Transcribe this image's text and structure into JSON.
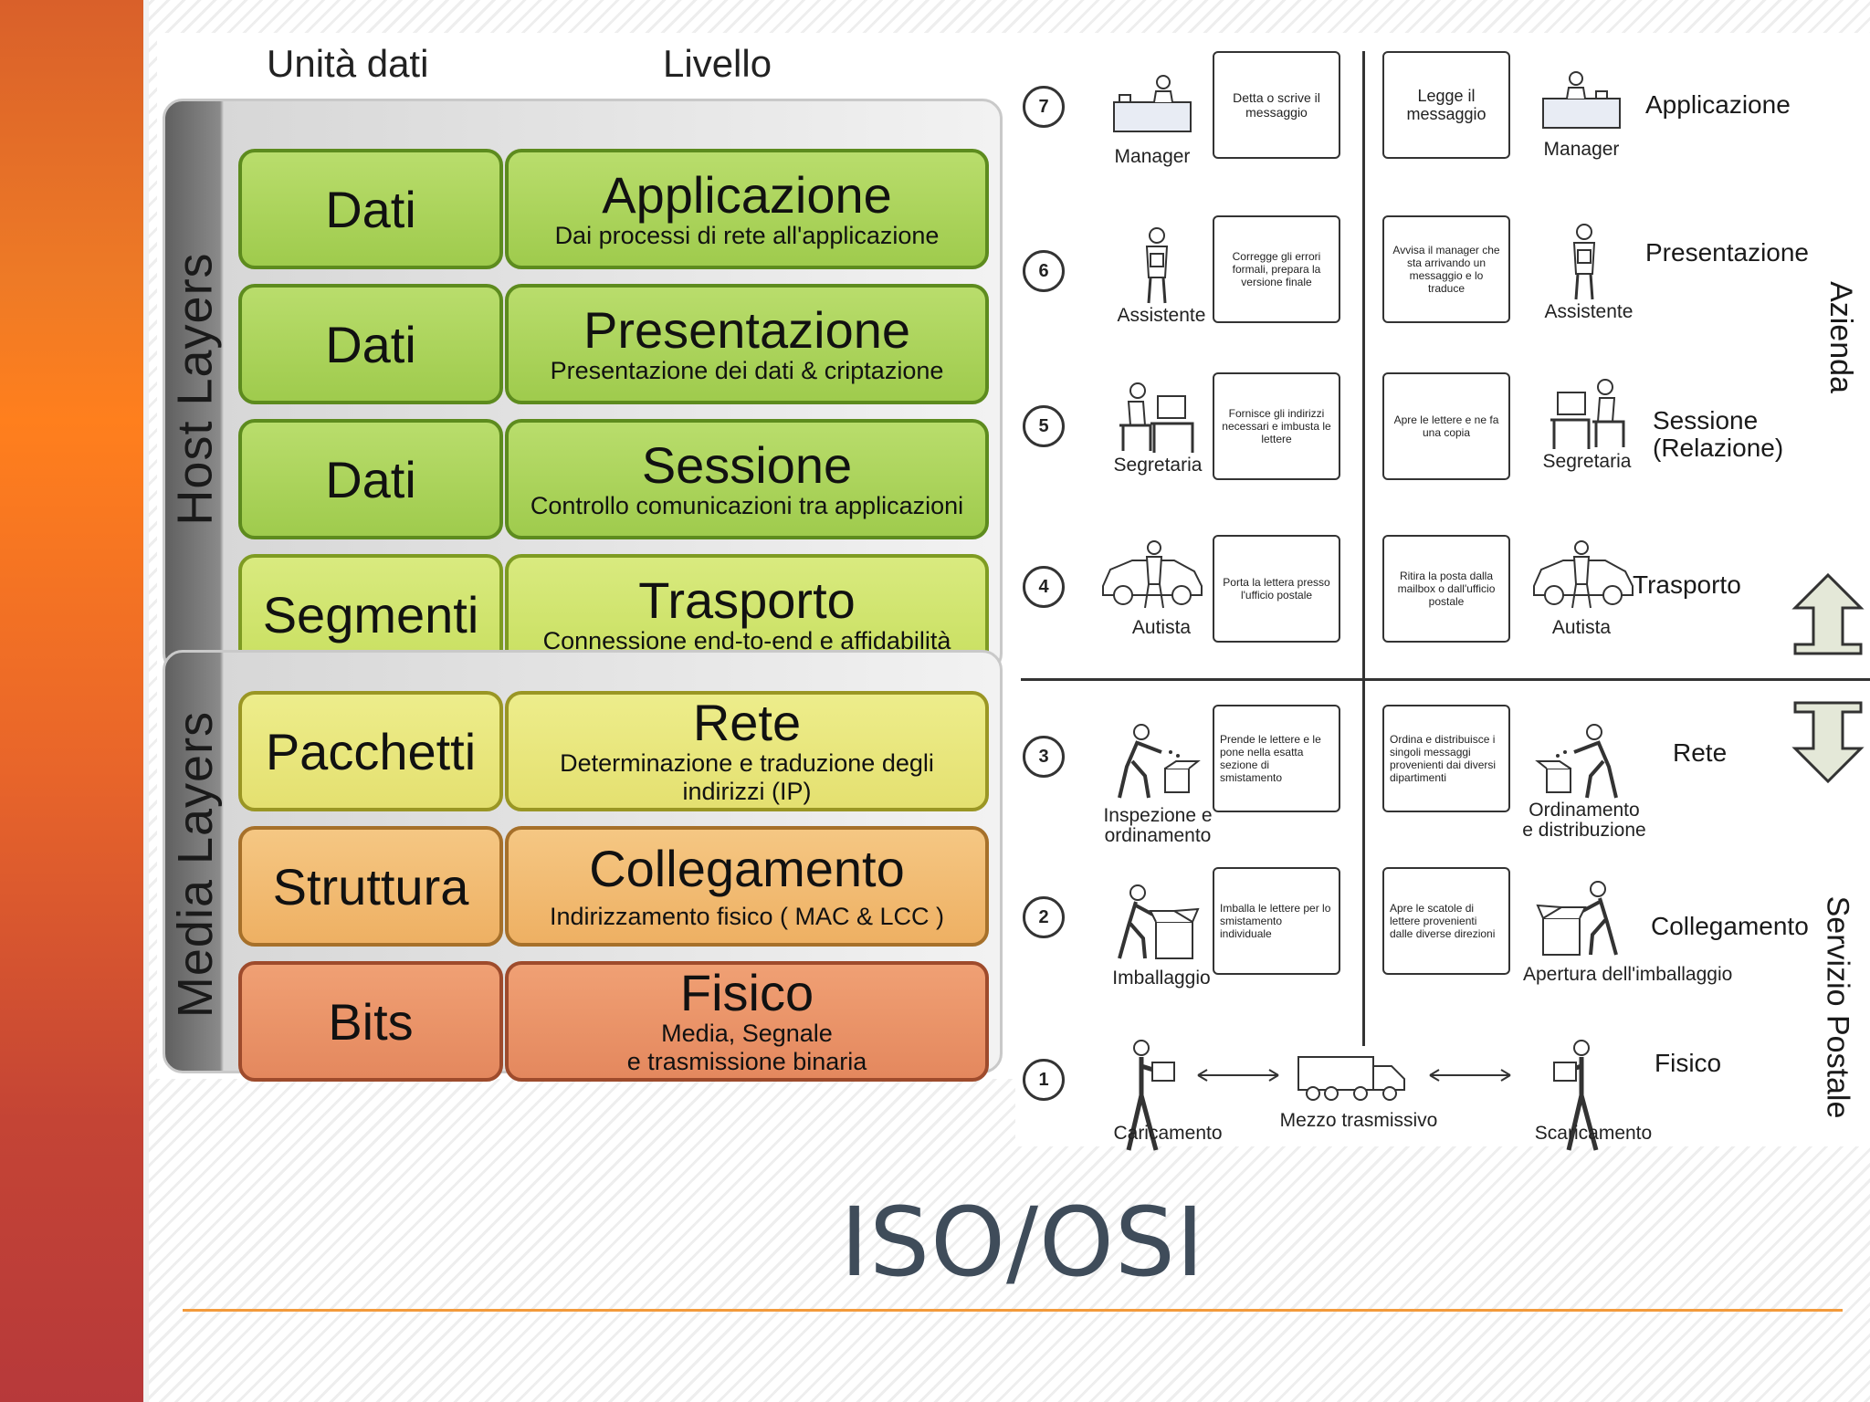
{
  "title": "ISO/OSI",
  "left": {
    "headers": {
      "units": "Unità dati",
      "level": "Livello"
    },
    "groups": {
      "host": "Host Layers",
      "media": "Media Layers"
    },
    "layers": [
      {
        "unit": "Dati",
        "name": "Applicazione",
        "desc": "Dai processi di rete all'applicazione",
        "color": "#a8d157"
      },
      {
        "unit": "Dati",
        "name": "Presentazione",
        "desc": "Presentazione dei dati & criptazione",
        "color": "#a8d157"
      },
      {
        "unit": "Dati",
        "name": "Sessione",
        "desc": "Controllo comunicazioni tra applicazioni",
        "color": "#a8d157"
      },
      {
        "unit": "Segmenti",
        "name": "Trasporto",
        "desc": "Connessione end-to-end e affidabilità",
        "color": "#d2e36b"
      },
      {
        "unit": "Pacchetti",
        "name": "Rete",
        "desc": "Determinazione e traduzione degli indirizzi (IP)",
        "color": "#e8e47b"
      },
      {
        "unit": "Struttura",
        "name": "Collegamento",
        "desc": "Indirizzamento fisico ( MAC & LCC )",
        "color": "#f1bb70"
      },
      {
        "unit": "Bits",
        "name": "Fisico",
        "desc_line1": "Media, Segnale",
        "desc_line2": "e trasmissione binaria",
        "color": "#ea9467"
      }
    ]
  },
  "right": {
    "side_labels": {
      "top": "Azienda",
      "bottom": "Servizio Postale"
    },
    "rows": [
      {
        "num": "7",
        "left_role": "Manager",
        "left_task": "Detta o scrive il messaggio",
        "right_task": "Legge il messaggio",
        "right_role": "Manager",
        "layer": "Applicazione"
      },
      {
        "num": "6",
        "left_role": "Assistente",
        "left_task": "Corregge gli errori formali, prepara la versione finale",
        "right_task": "Avvisa il manager che sta arrivando un messaggio e lo traduce",
        "right_role": "Assistente",
        "layer": "Presentazione"
      },
      {
        "num": "5",
        "left_role": "Segretaria",
        "left_task": "Fornisce gli indirizzi necessari e imbusta le lettere",
        "right_task": "Apre le lettere e ne fa una copia",
        "right_role": "Segretaria",
        "layer_line1": "Sessione",
        "layer_line2": "(Relazione)"
      },
      {
        "num": "4",
        "left_role": "Autista",
        "left_task": "Porta la lettera presso l'ufficio postale",
        "right_task": "Ritira la posta dalla mailbox o dall'ufficio postale",
        "right_role": "Autista",
        "layer": "Trasporto"
      },
      {
        "num": "3",
        "left_role_line1": "Inspezione e",
        "left_role_line2": "ordinamento",
        "left_task": "Prende le lettere e le pone nella esatta sezione di smistamento",
        "right_task": "Ordina e distribuisce i singoli messaggi provenienti dai diversi dipartimenti",
        "right_role_line1": "Ordinamento",
        "right_role_line2": "e distribuzione",
        "layer": "Rete"
      },
      {
        "num": "2",
        "left_role": "Imballaggio",
        "left_task": "Imballa le lettere per lo smistamento individuale",
        "right_task": "Apre le scatole di lettere provenienti dalle diverse direzioni",
        "right_role": "Apertura dell'imballaggio",
        "layer": "Collegamento"
      },
      {
        "num": "1",
        "left_role": "Caricamento",
        "middle": "Mezzo trasmissivo",
        "right_role": "Scaricamento",
        "layer": "Fisico"
      }
    ]
  },
  "colors": {
    "accent": "#f39a3b",
    "title": "#3f4c5a",
    "sidebar": "#ff7f1d"
  }
}
